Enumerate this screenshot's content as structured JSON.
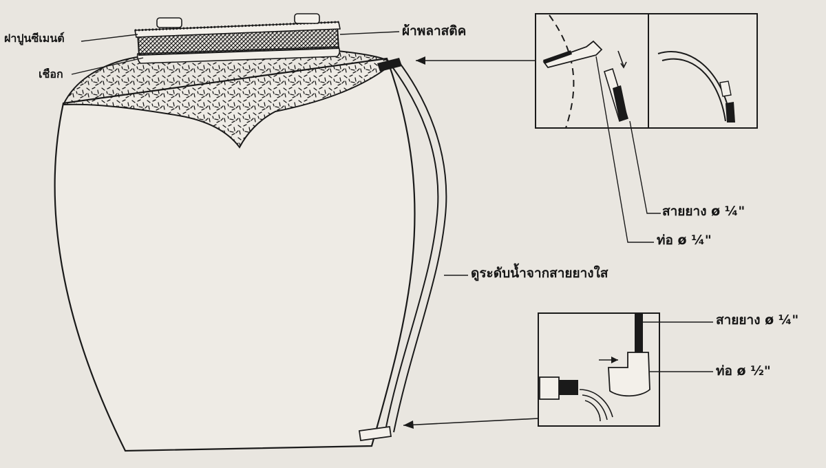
{
  "labels": {
    "cement_lid": "ฝาปูนซีเมนต์",
    "plastic_cloth": "ผ้าพลาสติค",
    "rope": "เชือก",
    "level_tube": "ดูระดับน้ำจากสายยางใส",
    "hose_top": "สายยาง ø ¼\"",
    "pipe_top": "ท่อ ø ¼\"",
    "hose_bottom": "สายยาง ø ¼\"",
    "pipe_bottom": "ท่อ ø ½\""
  },
  "colors": {
    "background": "#e9e6e0",
    "ink": "#1a1a1a"
  }
}
